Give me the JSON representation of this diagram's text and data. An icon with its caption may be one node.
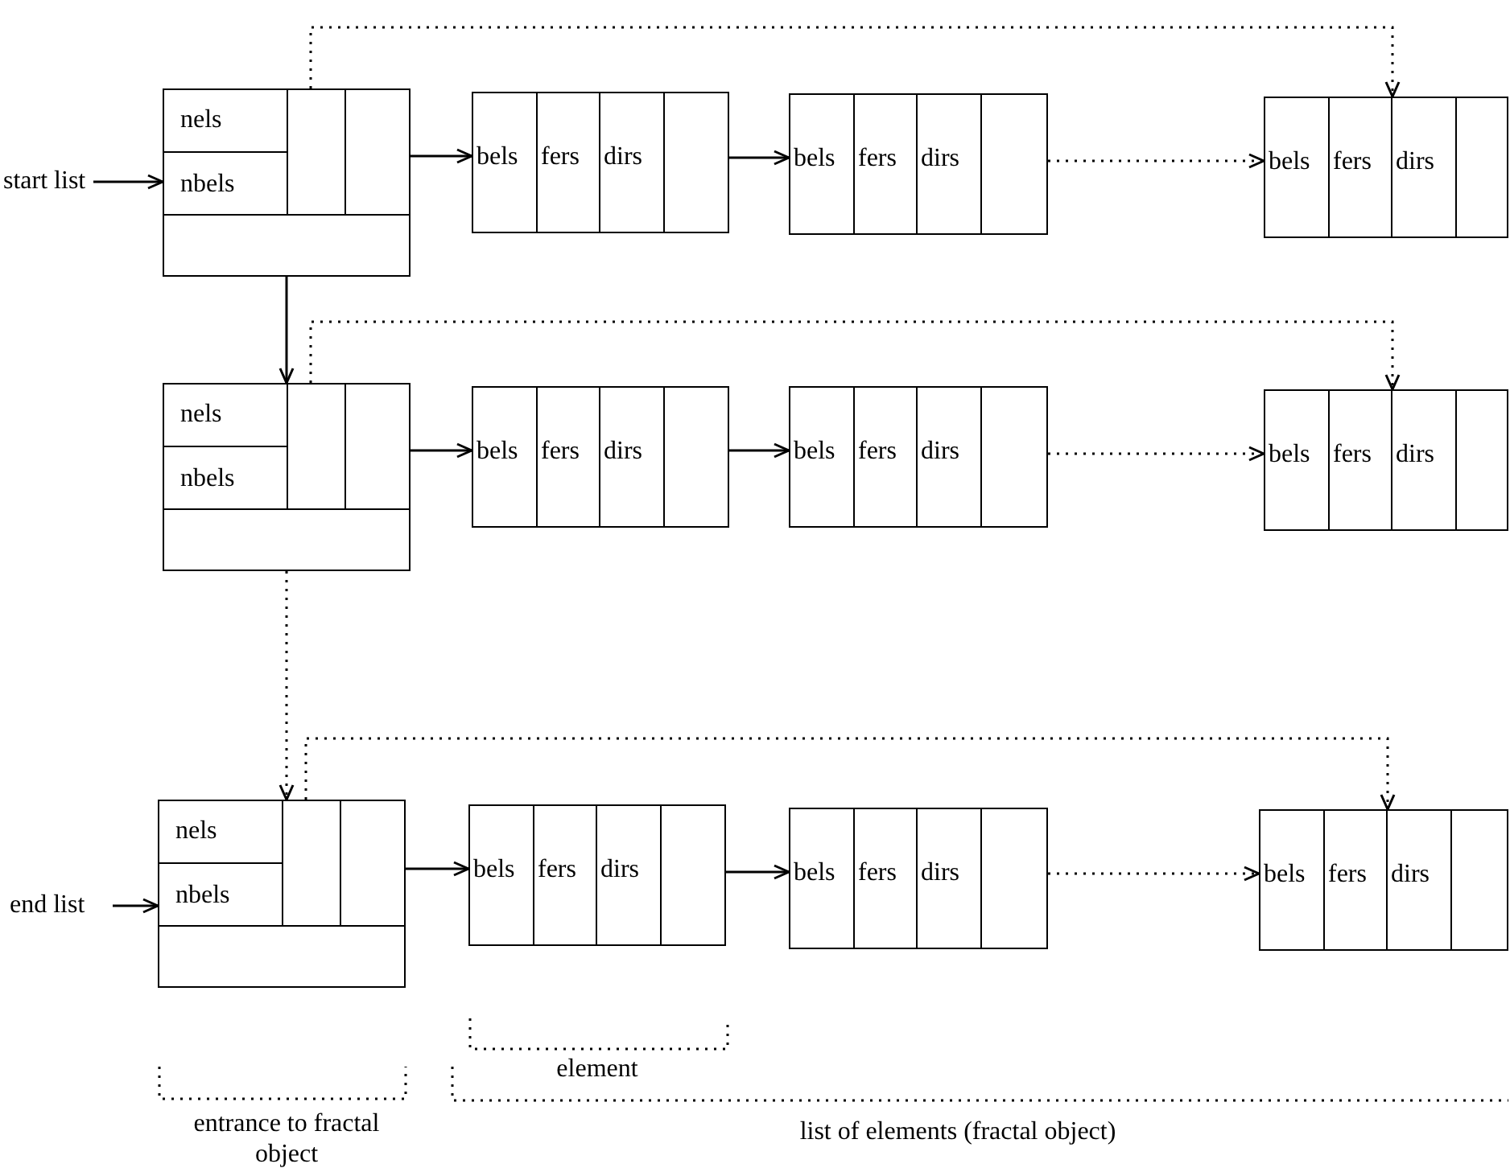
{
  "diagram": {
    "nodes": [
      {
        "text": [
          "start list"
        ]
      },
      {
        "text": [
          "nels",
          "nbels"
        ]
      },
      {
        "text": [
          "bels",
          "fers",
          "dirs"
        ]
      },
      {
        "text": [
          "bels",
          "fers",
          "dirs"
        ]
      },
      {
        "text": [
          "bels",
          "fers",
          "dirs"
        ]
      },
      {
        "text": [
          "nels",
          "nbels"
        ]
      },
      {
        "text": [
          "bels",
          "fers",
          "dirs"
        ]
      },
      {
        "text": [
          "bels",
          "fers",
          "dirs"
        ]
      },
      {
        "text": [
          "bels",
          "fers",
          "dirs"
        ]
      },
      {
        "text": [
          "end list"
        ]
      },
      {
        "text": [
          "nels",
          "nbels"
        ]
      },
      {
        "text": [
          "bels",
          "fers",
          "dirs"
        ]
      },
      {
        "text": [
          "bels",
          "fers",
          "dirs"
        ]
      },
      {
        "text": [
          "bels",
          "fers",
          "dirs"
        ]
      }
    ],
    "edges": [
      {
        "from": 0,
        "to": 1,
        "arrow": "to"
      },
      {
        "from": 1,
        "to": 2,
        "arrow": "to"
      },
      {
        "from": 2,
        "to": 3,
        "arrow": "to"
      },
      {
        "from": 3,
        "to": 4,
        "arrow": "to",
        "style": "dashed"
      },
      {
        "from": 1,
        "to": 4,
        "arrow": "to",
        "style": "dashed"
      },
      {
        "from": 1,
        "to": 5,
        "arrow": "to"
      },
      {
        "from": 5,
        "to": 6,
        "arrow": "to"
      },
      {
        "from": 6,
        "to": 7,
        "arrow": "to"
      },
      {
        "from": 7,
        "to": 8,
        "arrow": "to",
        "style": "dashed"
      },
      {
        "from": 5,
        "to": 8,
        "arrow": "to",
        "style": "dashed"
      },
      {
        "from": 5,
        "to": 10,
        "arrow": "to",
        "style": "dashed"
      },
      {
        "from": 9,
        "to": 10,
        "arrow": "to"
      },
      {
        "from": 10,
        "to": 11,
        "arrow": "to"
      },
      {
        "from": 11,
        "to": 12,
        "arrow": "to"
      },
      {
        "from": 12,
        "to": 13,
        "arrow": "to",
        "style": "dashed"
      },
      {
        "from": 10,
        "to": 13,
        "arrow": "to",
        "style": "dashed"
      }
    ],
    "labels": [
      "element",
      "entrance to fractal object",
      "list of elements (fractal object)"
    ]
  }
}
